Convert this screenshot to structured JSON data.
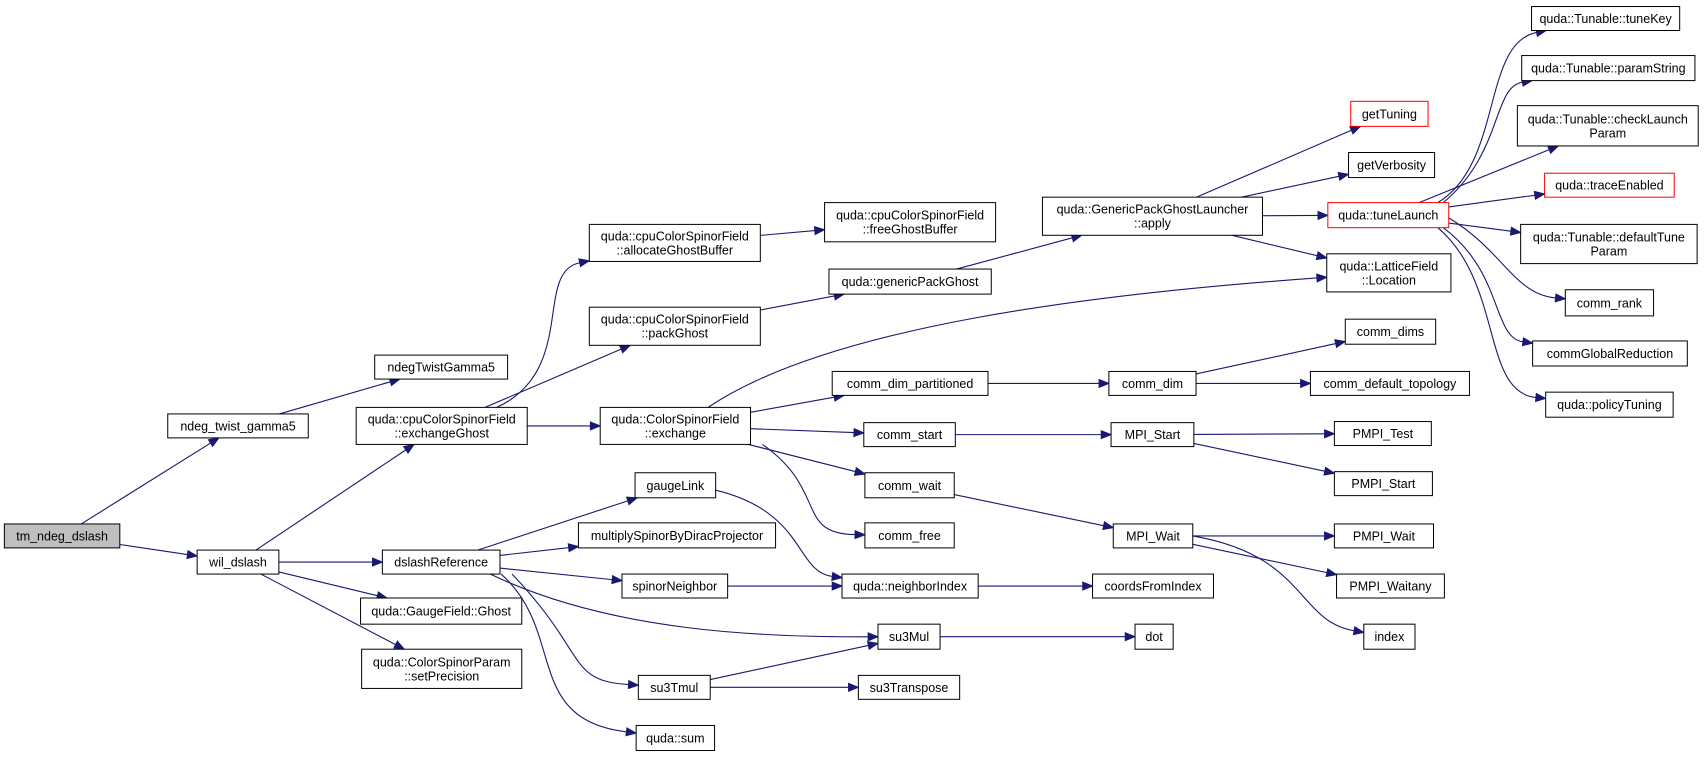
{
  "graph": {
    "nodes": [
      {
        "id": "tm_ndeg_dslash",
        "lines": [
          "tm_ndeg_dslash"
        ],
        "root": true
      },
      {
        "id": "ndeg_twist_gamma5",
        "lines": [
          "ndeg_twist_gamma5"
        ]
      },
      {
        "id": "wil_dslash",
        "lines": [
          "wil_dslash"
        ]
      },
      {
        "id": "ndegTwistGamma5",
        "lines": [
          "ndegTwistGamma5"
        ]
      },
      {
        "id": "cpu_exchangeGhost",
        "lines": [
          "quda::cpuColorSpinorField",
          "::exchangeGhost"
        ]
      },
      {
        "id": "dslashReference",
        "lines": [
          "dslashReference"
        ]
      },
      {
        "id": "GaugeField_Ghost",
        "lines": [
          "quda::GaugeField::Ghost"
        ]
      },
      {
        "id": "CSP_setPrecision",
        "lines": [
          "quda::ColorSpinorParam",
          "::setPrecision"
        ]
      },
      {
        "id": "cpu_allocateGhostBuffer",
        "lines": [
          "quda::cpuColorSpinorField",
          "::allocateGhostBuffer"
        ]
      },
      {
        "id": "cpu_packGhost",
        "lines": [
          "quda::cpuColorSpinorField",
          "::packGhost"
        ]
      },
      {
        "id": "CSF_exchange",
        "lines": [
          "quda::ColorSpinorField",
          "::exchange"
        ]
      },
      {
        "id": "gaugeLink",
        "lines": [
          "gaugeLink"
        ]
      },
      {
        "id": "multiplySpinorByDiracProjector",
        "lines": [
          "multiplySpinorByDiracProjector"
        ]
      },
      {
        "id": "spinorNeighbor",
        "lines": [
          "spinorNeighbor"
        ]
      },
      {
        "id": "su3Tmul",
        "lines": [
          "su3Tmul"
        ]
      },
      {
        "id": "quda_sum",
        "lines": [
          "quda::sum"
        ]
      },
      {
        "id": "cpu_freeGhostBuffer",
        "lines": [
          "quda::cpuColorSpinorField",
          "::freeGhostBuffer"
        ]
      },
      {
        "id": "genericPackGhost",
        "lines": [
          "quda::genericPackGhost"
        ]
      },
      {
        "id": "comm_dim_partitioned",
        "lines": [
          "comm_dim_partitioned"
        ]
      },
      {
        "id": "comm_start",
        "lines": [
          "comm_start"
        ]
      },
      {
        "id": "comm_wait",
        "lines": [
          "comm_wait"
        ]
      },
      {
        "id": "comm_free",
        "lines": [
          "comm_free"
        ]
      },
      {
        "id": "neighborIndex",
        "lines": [
          "quda::neighborIndex"
        ]
      },
      {
        "id": "su3Mul",
        "lines": [
          "su3Mul"
        ]
      },
      {
        "id": "su3Transpose",
        "lines": [
          "su3Transpose"
        ]
      },
      {
        "id": "GPGL_apply",
        "lines": [
          "quda::GenericPackGhostLauncher",
          "::apply"
        ]
      },
      {
        "id": "comm_dim",
        "lines": [
          "comm_dim"
        ]
      },
      {
        "id": "MPI_Start",
        "lines": [
          "MPI_Start"
        ]
      },
      {
        "id": "MPI_Wait",
        "lines": [
          "MPI_Wait"
        ]
      },
      {
        "id": "coordsFromIndex",
        "lines": [
          "coordsFromIndex"
        ]
      },
      {
        "id": "dot",
        "lines": [
          "dot"
        ]
      },
      {
        "id": "getTuning",
        "lines": [
          "getTuning"
        ],
        "red": true
      },
      {
        "id": "getVerbosity",
        "lines": [
          "getVerbosity"
        ]
      },
      {
        "id": "tuneLaunch",
        "lines": [
          "quda::tuneLaunch"
        ],
        "red": true
      },
      {
        "id": "LF_Location",
        "lines": [
          "quda::LatticeField",
          "::Location"
        ]
      },
      {
        "id": "comm_dims",
        "lines": [
          "comm_dims"
        ]
      },
      {
        "id": "comm_default_topology",
        "lines": [
          "comm_default_topology"
        ]
      },
      {
        "id": "PMPI_Test",
        "lines": [
          "PMPI_Test"
        ]
      },
      {
        "id": "PMPI_Start",
        "lines": [
          "PMPI_Start"
        ]
      },
      {
        "id": "PMPI_Wait",
        "lines": [
          "PMPI_Wait"
        ]
      },
      {
        "id": "PMPI_Waitany",
        "lines": [
          "PMPI_Waitany"
        ]
      },
      {
        "id": "index",
        "lines": [
          "index"
        ]
      },
      {
        "id": "tuneKey",
        "lines": [
          "quda::Tunable::tuneKey"
        ]
      },
      {
        "id": "paramString",
        "lines": [
          "quda::Tunable::paramString"
        ]
      },
      {
        "id": "checkLaunchParam",
        "lines": [
          "quda::Tunable::checkLaunch",
          "Param"
        ]
      },
      {
        "id": "traceEnabled",
        "lines": [
          "quda::traceEnabled"
        ],
        "red": true
      },
      {
        "id": "defaultTuneParam",
        "lines": [
          "quda::Tunable::defaultTune",
          "Param"
        ]
      },
      {
        "id": "comm_rank",
        "lines": [
          "comm_rank"
        ]
      },
      {
        "id": "commGlobalReduction",
        "lines": [
          "commGlobalReduction"
        ]
      },
      {
        "id": "policyTuning",
        "lines": [
          "quda::policyTuning"
        ]
      }
    ],
    "edges": [
      [
        "tm_ndeg_dslash",
        "ndeg_twist_gamma5"
      ],
      [
        "tm_ndeg_dslash",
        "wil_dslash"
      ],
      [
        "ndeg_twist_gamma5",
        "ndegTwistGamma5"
      ],
      [
        "wil_dslash",
        "cpu_exchangeGhost"
      ],
      [
        "wil_dslash",
        "dslashReference"
      ],
      [
        "wil_dslash",
        "GaugeField_Ghost"
      ],
      [
        "wil_dslash",
        "CSP_setPrecision"
      ],
      [
        "cpu_exchangeGhost",
        "cpu_allocateGhostBuffer"
      ],
      [
        "cpu_exchangeGhost",
        "cpu_packGhost"
      ],
      [
        "cpu_exchangeGhost",
        "CSF_exchange"
      ],
      [
        "cpu_allocateGhostBuffer",
        "cpu_freeGhostBuffer"
      ],
      [
        "cpu_packGhost",
        "genericPackGhost"
      ],
      [
        "genericPackGhost",
        "GPGL_apply"
      ],
      [
        "GPGL_apply",
        "getTuning"
      ],
      [
        "GPGL_apply",
        "getVerbosity"
      ],
      [
        "GPGL_apply",
        "tuneLaunch"
      ],
      [
        "GPGL_apply",
        "LF_Location"
      ],
      [
        "CSF_exchange",
        "LF_Location"
      ],
      [
        "CSF_exchange",
        "comm_dim_partitioned"
      ],
      [
        "CSF_exchange",
        "comm_start"
      ],
      [
        "CSF_exchange",
        "comm_wait"
      ],
      [
        "CSF_exchange",
        "comm_free"
      ],
      [
        "comm_dim_partitioned",
        "comm_dim"
      ],
      [
        "comm_dim",
        "comm_dims"
      ],
      [
        "comm_dim",
        "comm_default_topology"
      ],
      [
        "comm_start",
        "MPI_Start"
      ],
      [
        "MPI_Start",
        "PMPI_Test"
      ],
      [
        "MPI_Start",
        "PMPI_Start"
      ],
      [
        "comm_wait",
        "MPI_Wait"
      ],
      [
        "MPI_Wait",
        "PMPI_Wait"
      ],
      [
        "MPI_Wait",
        "PMPI_Waitany"
      ],
      [
        "MPI_Wait",
        "index"
      ],
      [
        "dslashReference",
        "gaugeLink"
      ],
      [
        "dslashReference",
        "multiplySpinorByDiracProjector"
      ],
      [
        "dslashReference",
        "spinorNeighbor"
      ],
      [
        "dslashReference",
        "su3Mul"
      ],
      [
        "dslashReference",
        "su3Tmul"
      ],
      [
        "dslashReference",
        "quda_sum"
      ],
      [
        "gaugeLink",
        "neighborIndex"
      ],
      [
        "spinorNeighbor",
        "neighborIndex"
      ],
      [
        "neighborIndex",
        "coordsFromIndex"
      ],
      [
        "su3Tmul",
        "su3Mul"
      ],
      [
        "su3Tmul",
        "su3Transpose"
      ],
      [
        "su3Mul",
        "dot"
      ],
      [
        "tuneLaunch",
        "tuneKey"
      ],
      [
        "tuneLaunch",
        "paramString"
      ],
      [
        "tuneLaunch",
        "checkLaunchParam"
      ],
      [
        "tuneLaunch",
        "traceEnabled"
      ],
      [
        "tuneLaunch",
        "defaultTuneParam"
      ],
      [
        "tuneLaunch",
        "comm_rank"
      ],
      [
        "tuneLaunch",
        "commGlobalReduction"
      ],
      [
        "tuneLaunch",
        "policyTuning"
      ]
    ]
  }
}
